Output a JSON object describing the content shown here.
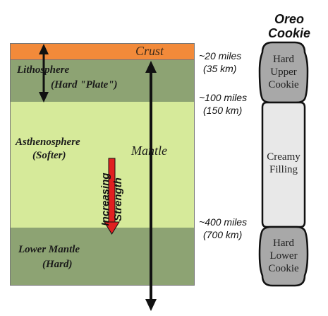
{
  "layers": {
    "crust": {
      "label": "Crust",
      "color": "#f28a3a"
    },
    "lithosphere": {
      "label_line1": "Lithosphere",
      "label_line2": "(Hard \"Plate\")",
      "color": "#8da373"
    },
    "asthenosphere": {
      "label_line1": "Asthenosphere",
      "label_line2": "(Softer)",
      "color": "#d6ea9a"
    },
    "lower_mantle": {
      "label_line1": "Lower Mantle",
      "label_line2": "(Hard)",
      "color": "#8da373"
    }
  },
  "mantle_label": "Mantle",
  "strength_label_line1": "Increasing",
  "strength_label_line2": "Strength",
  "strength_arrow_color": "#e02020",
  "depths": [
    {
      "line1": "~20 miles",
      "line2": "(35 km)"
    },
    {
      "line1": "~100 miles",
      "line2": "(150 km)"
    },
    {
      "line1": "~400 miles",
      "line2": "(700 km)"
    }
  ],
  "cookie": {
    "title_line1": "Oreo",
    "title_line2": "Cookie",
    "upper": {
      "line1": "Hard",
      "line2": "Upper",
      "line3": "Cookie",
      "color": "#a8a8a8"
    },
    "filling": {
      "line1": "Creamy",
      "line2": "Filling",
      "color": "#e8e8e8"
    },
    "lower": {
      "line1": "Hard",
      "line2": "Lower",
      "line3": "Cookie",
      "color": "#a8a8a8"
    }
  }
}
